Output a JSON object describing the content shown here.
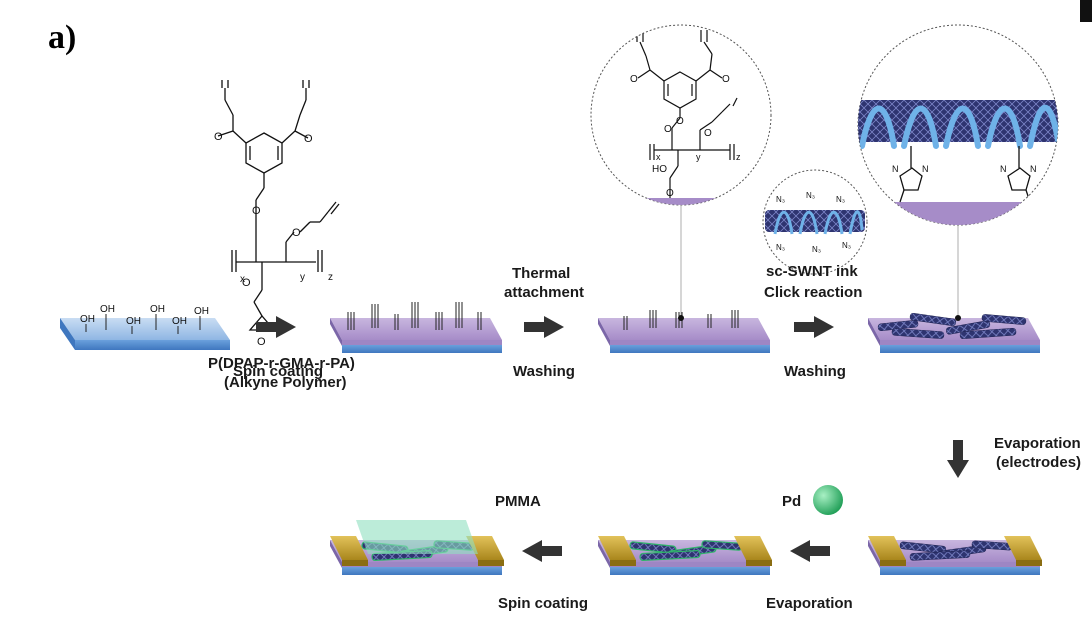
{
  "panel_label": "a)",
  "polymer": {
    "name": "P(DPAP-r-GMA-r-PA)",
    "subtitle": "(Alkyne Polymer)",
    "subscripts": [
      "x",
      "y",
      "z"
    ],
    "atoms": {
      "O": "O",
      "HO": "HO",
      "N3": "N₃",
      "N": "N"
    }
  },
  "steps": {
    "spin_coating_1": "Spin coating",
    "thermal_1": "Thermal",
    "thermal_2": "attachment",
    "washing_1": "Washing",
    "ink": "sc-SWNT ink",
    "click": "Click reaction",
    "washing_2": "Washing",
    "evap_e1": "Evaporation",
    "evap_e2": "(electrodes)",
    "pd": "Pd",
    "evaporation": "Evaporation",
    "pmma": "PMMA",
    "spin_coating_2": "Spin coating"
  },
  "substrate_labels": {
    "OH": "OH"
  },
  "colors": {
    "substrate_blue": "#5b8fd0",
    "substrate_top_blue": "#aac8ea",
    "polymer_purple": "#a68cc8",
    "swnt_navy": "#2e3470",
    "swnt_helix": "#6fb2e8",
    "electrode_gold": "#c9a227",
    "pd_green": "#2fb56a",
    "pmma_green": "#8fe0c0",
    "arrow": "#333333"
  }
}
